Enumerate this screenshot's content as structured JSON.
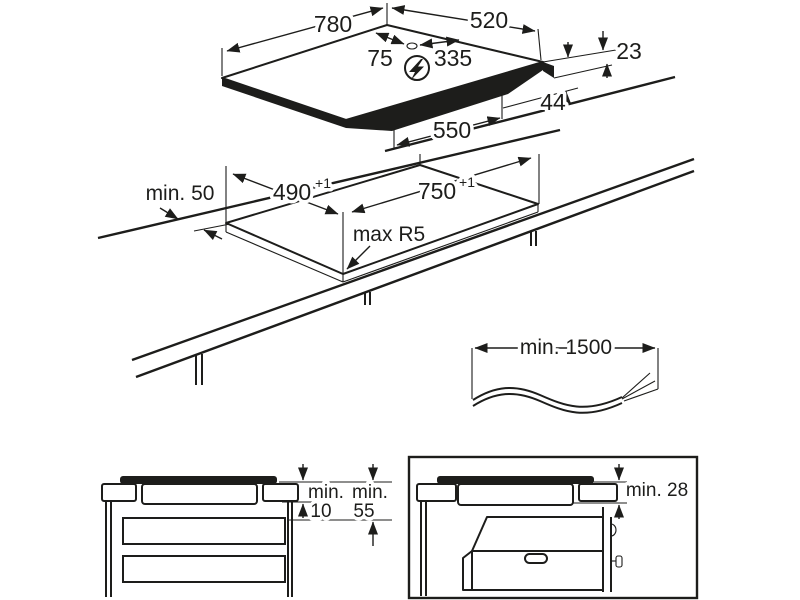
{
  "colors": {
    "line": "#1d1d1b",
    "background": "#ffffff"
  },
  "hob_top_view": {
    "width": "780",
    "depth": "520",
    "cable_offset_left": "75",
    "cable_offset_right": "335",
    "glass_height": "23",
    "installation_height": "44",
    "casing_width": "550",
    "power_icon": "lightning-bolt"
  },
  "cutout_top_view": {
    "rear_clearance": "min. 50",
    "cutout_depth": "490",
    "cutout_depth_tolerance": "+1",
    "cutout_width": "750",
    "cutout_width_tolerance": "+1",
    "corner_radius": "max R5"
  },
  "cable_detail": {
    "cable_length": "min. 1500"
  },
  "drawer_clearance_view": {
    "casing_gap_label": "min.",
    "casing_gap_value": "10",
    "drawer_gap_label": "min.",
    "drawer_gap_value": "55"
  },
  "oven_clearance_view": {
    "oven_gap": "min. 28"
  }
}
